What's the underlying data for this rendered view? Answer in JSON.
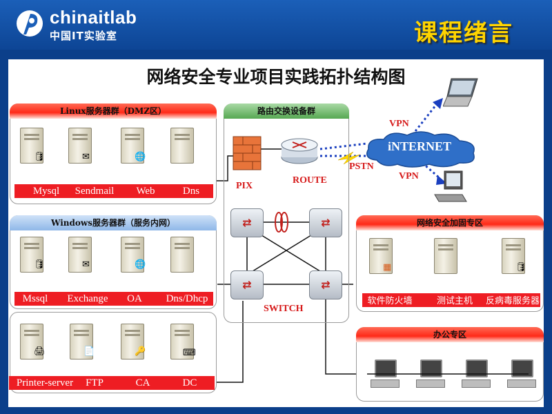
{
  "header": {
    "brand": "chinaitlab",
    "brand_sub": "中国IT实验室",
    "course_title": "课程绪言"
  },
  "diagram": {
    "title": "网络安全专业项目实践拓扑结构图",
    "groups": {
      "linux": {
        "title": "Linux服务器群（DMZ区）",
        "labels": [
          "Mysql",
          "Sendmail",
          "Web",
          "Dns"
        ]
      },
      "windows": {
        "title": "Windows服务器群（服务内网）",
        "labels": [
          "Mssql",
          "Exchange",
          "OA",
          "Dns/Dhcp"
        ]
      },
      "other": {
        "labels": [
          "Printer-server",
          "FTP",
          "CA",
          "DC"
        ]
      },
      "router": {
        "title": "路由交换设备群",
        "pix": "PIX",
        "route": "ROUTE",
        "switch": "SWITCH"
      },
      "security": {
        "title": "网络安全加固专区",
        "labels": [
          "软件防火墙",
          "测试主机",
          "反病毒服务器"
        ]
      },
      "office": {
        "title": "办公专区"
      }
    },
    "internet": {
      "label": "iNTERNET",
      "vpn_top": "VPN",
      "vpn_bottom": "VPN",
      "pstn": "PSTN"
    },
    "colors": {
      "header_bg": "#1b5fb8",
      "accent_yellow": "#ffd400",
      "label_red": "#ee1d23",
      "label_text_red": "#d61a1a"
    }
  }
}
